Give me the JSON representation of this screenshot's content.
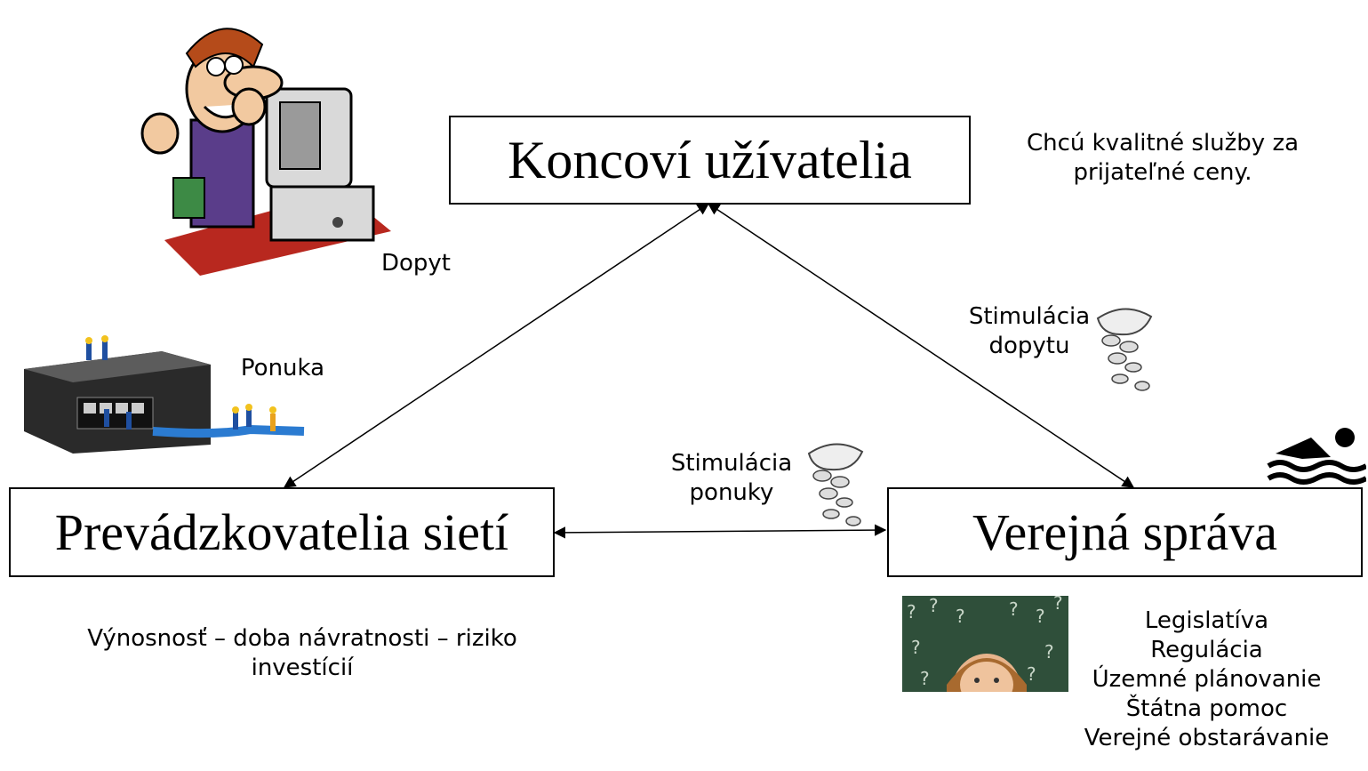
{
  "nodes": {
    "users": "Koncoví užívatelia",
    "operators": "Prevádzkovatelia sietí",
    "public": "Verejná správa"
  },
  "labels": {
    "users_desc": [
      "Chcú kvalitné služby za",
      "prijateľné ceny."
    ],
    "demand": "Dopyt",
    "supply": "Ponuka",
    "stim_demand": [
      "Stimulácia",
      "dopytu"
    ],
    "stim_supply": [
      "Stimulácia",
      "ponuky"
    ],
    "operators_desc": [
      "Výnosnosť – doba návratnosti – riziko",
      "investícií"
    ],
    "public_desc": [
      "Legislatíva",
      "Regulácia",
      "Územné plánovanie",
      "Štátna pomoc",
      "Verejné obstarávanie"
    ]
  },
  "edges": [
    {
      "from": "users",
      "to": "operators",
      "direction": "both"
    },
    {
      "from": "users",
      "to": "public",
      "direction": "both"
    },
    {
      "from": "operators",
      "to": "public",
      "direction": "both"
    }
  ],
  "images": {
    "user_at_computer": "cartoon-man-at-computer",
    "router_workers": "router-with-workers",
    "money_stimulus": "money-bag-stimulus",
    "swimmer": "swimmer-icon",
    "thinking_woman": "woman-question-marks"
  }
}
